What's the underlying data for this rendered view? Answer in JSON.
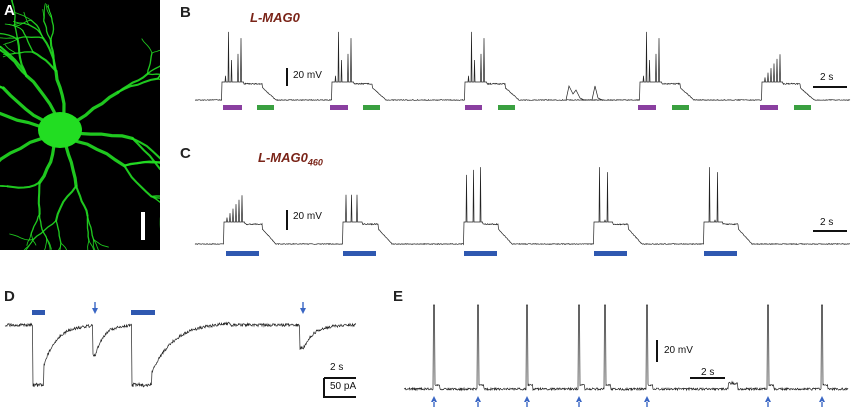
{
  "panels": {
    "A": {
      "label": "A"
    },
    "B": {
      "label": "B",
      "title": "L-MAG0",
      "scale_v": "20 mV",
      "scale_t": "2 s"
    },
    "C": {
      "label": "C",
      "title_main": "L-MAG0",
      "title_sub": "460",
      "scale_v": "20 mV",
      "scale_t": "2 s"
    },
    "D": {
      "label": "D",
      "scale_t": "2 s",
      "scale_i": "50 pA"
    },
    "E": {
      "label": "E",
      "scale_v": "20 mV",
      "scale_t": "2 s"
    }
  },
  "colors": {
    "neuron": "#22dd22",
    "violet": "#8a3fa0",
    "green": "#3aa040",
    "blue": "#2f58b0",
    "trace": "#222222",
    "arrow": "#3a66c4"
  }
}
